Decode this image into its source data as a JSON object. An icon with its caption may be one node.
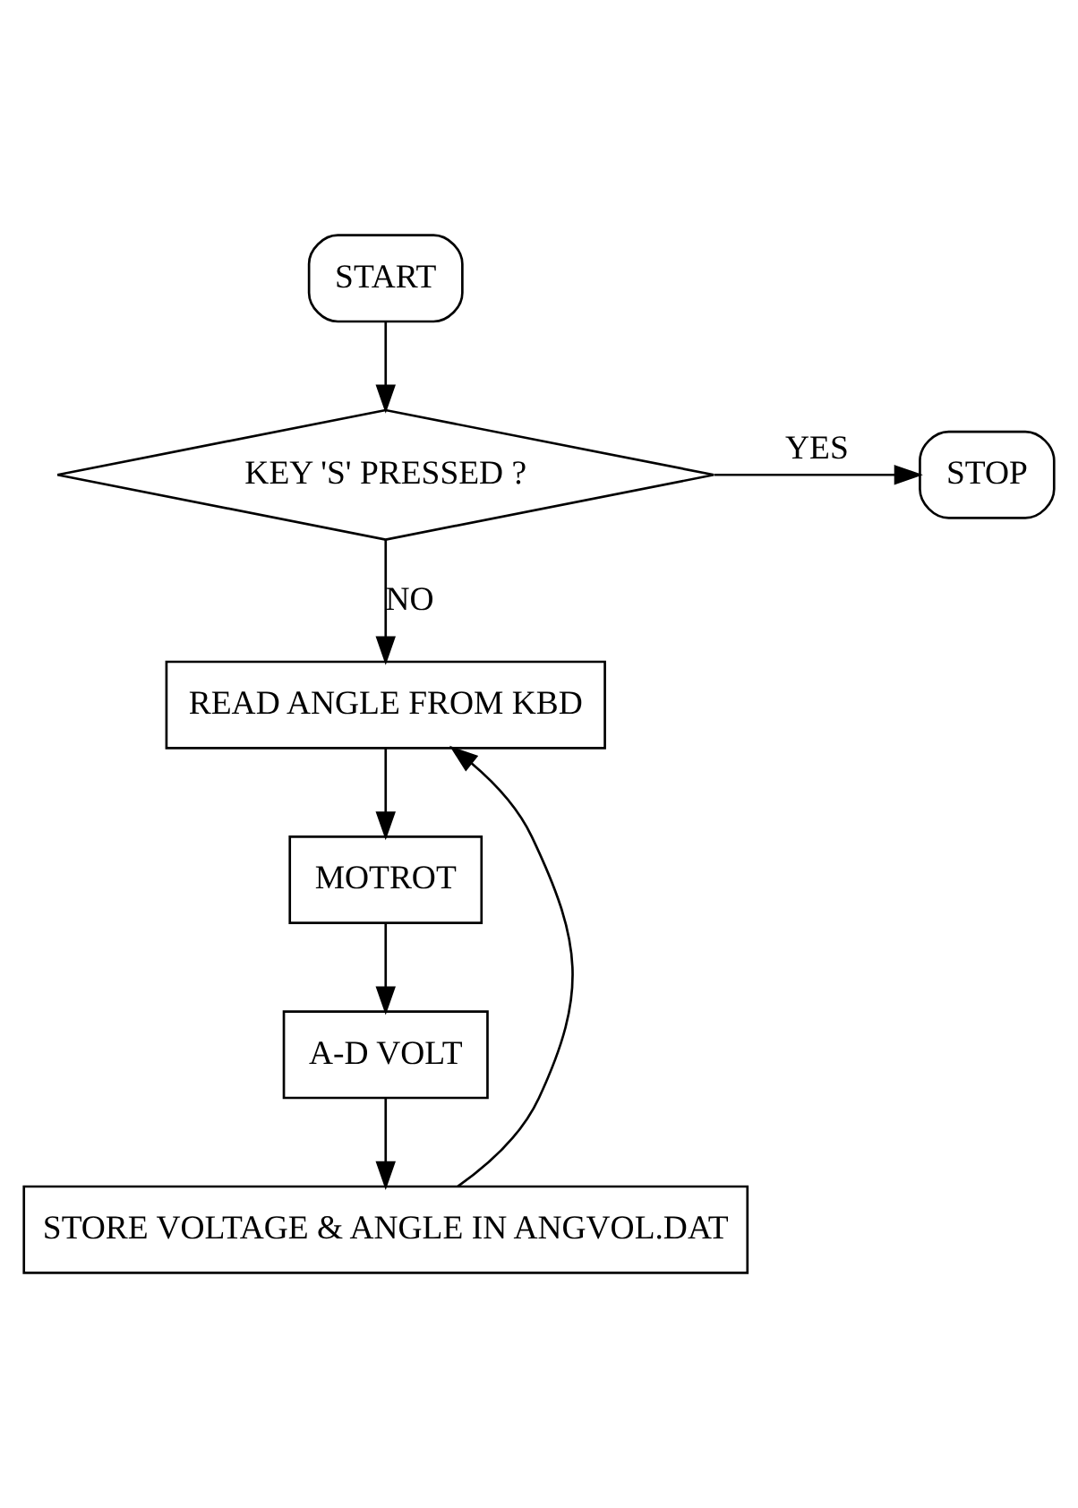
{
  "diagram": {
    "nodes": [
      {
        "text": [
          "START"
        ]
      },
      {
        "text": [
          "KEY 'S' PRESSED ?"
        ]
      },
      {
        "text": [
          "STOP"
        ]
      },
      {
        "text": [
          "READ ANGLE FROM KBD"
        ]
      },
      {
        "text": [
          "MOTROT"
        ]
      },
      {
        "text": [
          "A-D VOLT"
        ]
      },
      {
        "text": [
          "STORE VOLTAGE & ANGLE IN ANGVOL.DAT"
        ]
      }
    ],
    "edges": [
      {
        "from": 0,
        "to": 1,
        "arrow": "to"
      },
      {
        "from": 1,
        "to": 2,
        "arrow": "to",
        "label": "YES"
      },
      {
        "from": 1,
        "to": 3,
        "arrow": "to",
        "label": "NO"
      },
      {
        "from": 3,
        "to": 4,
        "arrow": "to"
      },
      {
        "from": 4,
        "to": 5,
        "arrow": "to"
      },
      {
        "from": 5,
        "to": 6,
        "arrow": "to"
      },
      {
        "from": 6,
        "to": 3,
        "arrow": "to"
      }
    ]
  }
}
